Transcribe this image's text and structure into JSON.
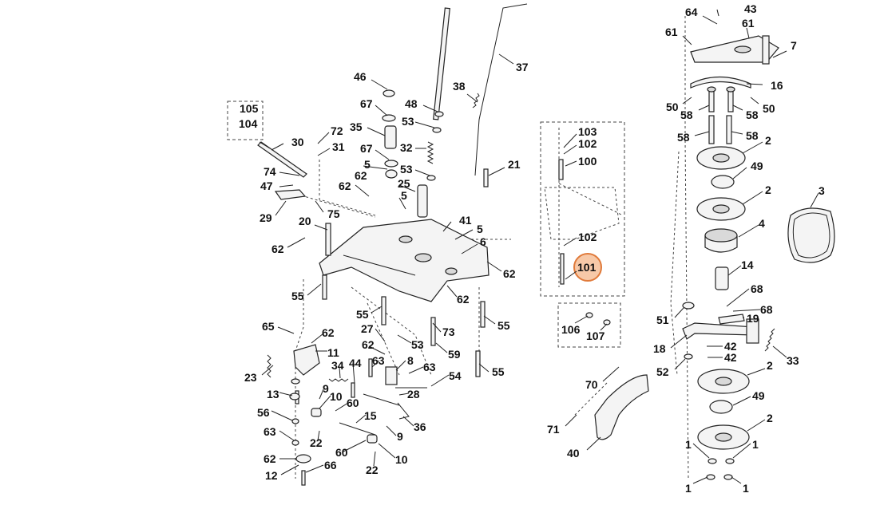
{
  "highlight": {
    "label": "101",
    "fill": "#f7c9a8",
    "stroke": "#e07a3a"
  },
  "callouts": [
    {
      "id": "c-43",
      "label": "43"
    },
    {
      "id": "c-64",
      "label": "64"
    },
    {
      "id": "c-61a",
      "label": "61"
    },
    {
      "id": "c-61b",
      "label": "61"
    },
    {
      "id": "c-7",
      "label": "7"
    },
    {
      "id": "c-16",
      "label": "16"
    },
    {
      "id": "c-50a",
      "label": "50"
    },
    {
      "id": "c-50b",
      "label": "50"
    },
    {
      "id": "c-58a",
      "label": "58"
    },
    {
      "id": "c-58b",
      "label": "58"
    },
    {
      "id": "c-58c",
      "label": "58"
    },
    {
      "id": "c-58d",
      "label": "58"
    },
    {
      "id": "c-2a",
      "label": "2"
    },
    {
      "id": "c-49a",
      "label": "49"
    },
    {
      "id": "c-2b",
      "label": "2"
    },
    {
      "id": "c-3",
      "label": "3"
    },
    {
      "id": "c-4",
      "label": "4"
    },
    {
      "id": "c-14",
      "label": "14"
    },
    {
      "id": "c-68a",
      "label": "68"
    },
    {
      "id": "c-68b",
      "label": "68"
    },
    {
      "id": "c-19",
      "label": "19"
    },
    {
      "id": "c-51",
      "label": "51"
    },
    {
      "id": "c-18",
      "label": "18"
    },
    {
      "id": "c-42a",
      "label": "42"
    },
    {
      "id": "c-42b",
      "label": "42"
    },
    {
      "id": "c-33",
      "label": "33"
    },
    {
      "id": "c-52",
      "label": "52"
    },
    {
      "id": "c-2c",
      "label": "2"
    },
    {
      "id": "c-49b",
      "label": "49"
    },
    {
      "id": "c-2d",
      "label": "2"
    },
    {
      "id": "c-1a",
      "label": "1"
    },
    {
      "id": "c-1b",
      "label": "1"
    },
    {
      "id": "c-1c",
      "label": "1"
    },
    {
      "id": "c-1d",
      "label": "1"
    },
    {
      "id": "c-70",
      "label": "70"
    },
    {
      "id": "c-71",
      "label": "71"
    },
    {
      "id": "c-40",
      "label": "40"
    },
    {
      "id": "c-103",
      "label": "103"
    },
    {
      "id": "c-102a",
      "label": "102"
    },
    {
      "id": "c-100",
      "label": "100"
    },
    {
      "id": "c-102b",
      "label": "102"
    },
    {
      "id": "c-101",
      "label": "101"
    },
    {
      "id": "c-106",
      "label": "106"
    },
    {
      "id": "c-107",
      "label": "107"
    },
    {
      "id": "c-37",
      "label": "37"
    },
    {
      "id": "c-38",
      "label": "38"
    },
    {
      "id": "c-21",
      "label": "21"
    },
    {
      "id": "c-46",
      "label": "46"
    },
    {
      "id": "c-67a",
      "label": "67"
    },
    {
      "id": "c-48",
      "label": "48"
    },
    {
      "id": "c-53a",
      "label": "53"
    },
    {
      "id": "c-35",
      "label": "35"
    },
    {
      "id": "c-67b",
      "label": "67"
    },
    {
      "id": "c-32",
      "label": "32"
    },
    {
      "id": "c-5a",
      "label": "5"
    },
    {
      "id": "c-53b",
      "label": "53"
    },
    {
      "id": "c-62a",
      "label": "62"
    },
    {
      "id": "c-25",
      "label": "25"
    },
    {
      "id": "c-5b",
      "label": "5"
    },
    {
      "id": "c-41",
      "label": "41"
    },
    {
      "id": "c-5c",
      "label": "5"
    },
    {
      "id": "c-6",
      "label": "6"
    },
    {
      "id": "c-62b",
      "label": "62"
    },
    {
      "id": "c-62c",
      "label": "62"
    },
    {
      "id": "c-62d",
      "label": "62"
    },
    {
      "id": "c-62e",
      "label": "62"
    },
    {
      "id": "c-105",
      "label": "105"
    },
    {
      "id": "c-104",
      "label": "104"
    },
    {
      "id": "c-30",
      "label": "30"
    },
    {
      "id": "c-72",
      "label": "72"
    },
    {
      "id": "c-31",
      "label": "31"
    },
    {
      "id": "c-74",
      "label": "74"
    },
    {
      "id": "c-47",
      "label": "47"
    },
    {
      "id": "c-75",
      "label": "75"
    },
    {
      "id": "c-29",
      "label": "29"
    },
    {
      "id": "c-20",
      "label": "20"
    },
    {
      "id": "c-55a",
      "label": "55"
    },
    {
      "id": "c-55b",
      "label": "55"
    },
    {
      "id": "c-55c",
      "label": "55"
    },
    {
      "id": "c-55d",
      "label": "55"
    },
    {
      "id": "c-65",
      "label": "65"
    },
    {
      "id": "c-62f",
      "label": "62"
    },
    {
      "id": "c-11",
      "label": "11"
    },
    {
      "id": "c-23",
      "label": "23"
    },
    {
      "id": "c-27",
      "label": "27"
    },
    {
      "id": "c-53c",
      "label": "53"
    },
    {
      "id": "c-73",
      "label": "73"
    },
    {
      "id": "c-59",
      "label": "59"
    },
    {
      "id": "c-62g",
      "label": "62"
    },
    {
      "id": "c-44",
      "label": "44"
    },
    {
      "id": "c-63a",
      "label": "63"
    },
    {
      "id": "c-8",
      "label": "8"
    },
    {
      "id": "c-63b",
      "label": "63"
    },
    {
      "id": "c-34",
      "label": "34"
    },
    {
      "id": "c-54",
      "label": "54"
    },
    {
      "id": "c-13",
      "label": "13"
    },
    {
      "id": "c-9a",
      "label": "9"
    },
    {
      "id": "c-28",
      "label": "28"
    },
    {
      "id": "c-10a",
      "label": "10"
    },
    {
      "id": "c-60a",
      "label": "60"
    },
    {
      "id": "c-56",
      "label": "56"
    },
    {
      "id": "c-15",
      "label": "15"
    },
    {
      "id": "c-36",
      "label": "36"
    },
    {
      "id": "c-63c",
      "label": "63"
    },
    {
      "id": "c-22a",
      "label": "22"
    },
    {
      "id": "c-9b",
      "label": "9"
    },
    {
      "id": "c-62h",
      "label": "62"
    },
    {
      "id": "c-60b",
      "label": "60"
    },
    {
      "id": "c-10b",
      "label": "10"
    },
    {
      "id": "c-12",
      "label": "12"
    },
    {
      "id": "c-66",
      "label": "66"
    },
    {
      "id": "c-22b",
      "label": "22"
    }
  ]
}
